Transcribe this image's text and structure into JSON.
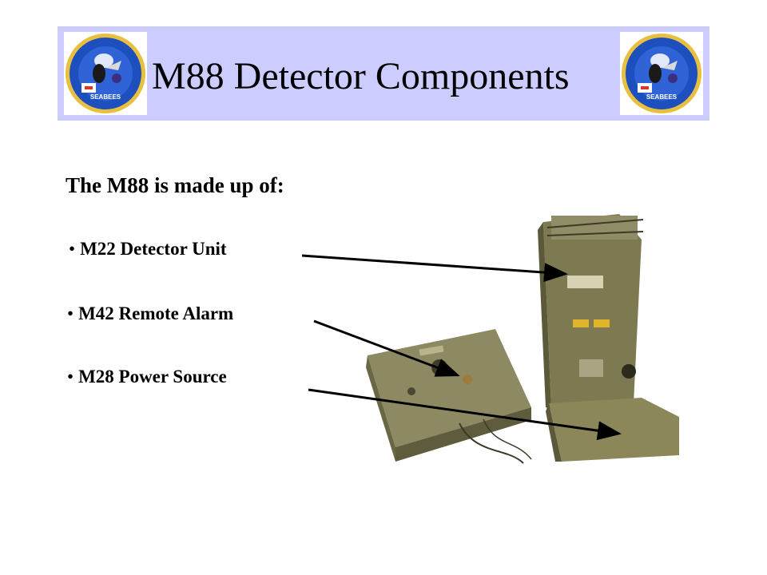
{
  "slide": {
    "title": "M88 Detector Components",
    "heading": "The M88 is made up of:",
    "bullets": [
      {
        "label": "M22 Detector Unit"
      },
      {
        "label": "M42 Remote Alarm"
      },
      {
        "label": "M28 Power Source"
      }
    ],
    "bullet_glyph": "•"
  },
  "emblem": {
    "text": "SEABEES",
    "colors": {
      "ring": "#1d4fbf",
      "disk": "#2f63d6",
      "gold": "#e7c040",
      "text": "#ffffff"
    }
  },
  "colors": {
    "title_bar": "#ccccff",
    "text": "#000000",
    "equipment_olive": "#7d7a52",
    "arrow": "#000000"
  },
  "icons": {
    "emblem": "seabees-emblem-icon",
    "photo": "m88-detector-photo"
  }
}
